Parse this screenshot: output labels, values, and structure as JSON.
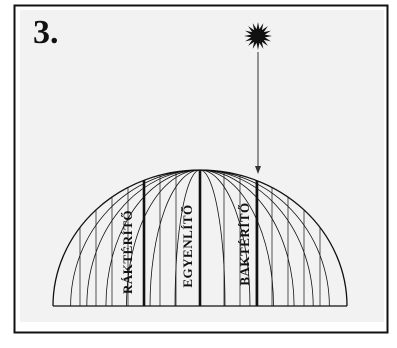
{
  "figure": {
    "number": "3."
  },
  "labels": {
    "tropic_left": "RÁKTÉRÍTŐ",
    "equator": "EGYENLÍTŐ",
    "tropic_right": "BAKTÉRÍTŐ"
  },
  "icons": {
    "sun": "sun-icon"
  },
  "colors": {
    "ink": "#111111",
    "panel": "#f2f2f2",
    "background": "#ffffff"
  }
}
